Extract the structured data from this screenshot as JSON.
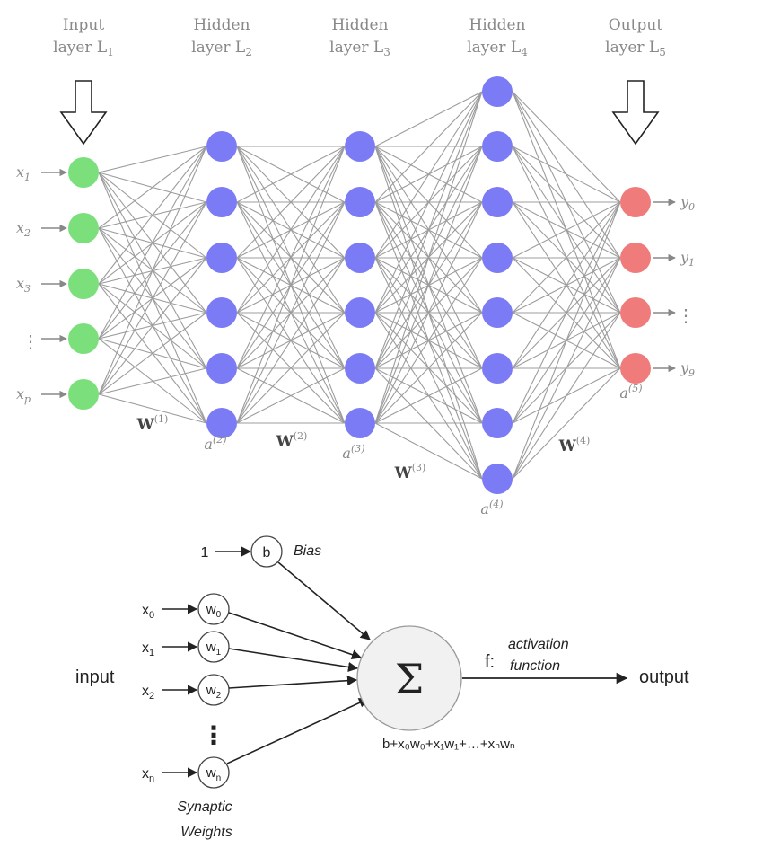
{
  "network": {
    "layers": [
      {
        "title_line1": "Input",
        "title_line2": "layer L",
        "subscript": "1",
        "node_count": 5,
        "color": "#7be07b",
        "inputs": [
          "x1",
          "x2",
          "x3",
          "⋮",
          "xp"
        ]
      },
      {
        "title_line1": "Hidden",
        "title_line2": "layer L",
        "subscript": "2",
        "node_count": 6,
        "color": "#7b7bf5",
        "activation": "a",
        "activation_sup": "(2)"
      },
      {
        "title_line1": "Hidden",
        "title_line2": "layer L",
        "subscript": "3",
        "node_count": 6,
        "color": "#7b7bf5",
        "activation": "a",
        "activation_sup": "(3)"
      },
      {
        "title_line1": "Hidden",
        "title_line2": "layer L",
        "subscript": "4",
        "node_count": 8,
        "color": "#7b7bf5",
        "activation": "a",
        "activation_sup": "(4)"
      },
      {
        "title_line1": "Output",
        "title_line2": "layer L",
        "subscript": "5",
        "node_count": 4,
        "color": "#f07b7b",
        "activation": "a",
        "activation_sup": "(5)",
        "outputs": [
          "y0",
          "y1",
          "⋮",
          "y9"
        ]
      }
    ],
    "weights": [
      {
        "label": "W",
        "sup": "(1)"
      },
      {
        "label": "W",
        "sup": "(2)"
      },
      {
        "label": "W",
        "sup": "(3)"
      },
      {
        "label": "W",
        "sup": "(4)"
      }
    ],
    "colors": {
      "input": "#7be07b",
      "hidden": "#7b7bf5",
      "output": "#f07b7b",
      "edge": "#9c9c9c"
    }
  },
  "perceptron": {
    "bias_input": "1",
    "bias_node": "b",
    "bias_label": "Bias",
    "inputs": [
      {
        "x": "x",
        "x_sub": "0",
        "w": "w",
        "w_sub": "0"
      },
      {
        "x": "x",
        "x_sub": "1",
        "w": "w",
        "w_sub": "1"
      },
      {
        "x": "x",
        "x_sub": "2",
        "w": "w",
        "w_sub": "2"
      },
      {
        "x": "x",
        "x_sub": "n",
        "w": "w",
        "w_sub": "n"
      }
    ],
    "ellipsis": "⋮",
    "input_label": "input",
    "sum_symbol": "Σ",
    "f_label": "f:",
    "activation_line1": "activation",
    "activation_line2": "function",
    "output_label": "output",
    "formula": "b+x₀w₀+x₁w₁+…+xₙwₙ",
    "weights_line1": "Synaptic",
    "weights_line2": "Weights"
  }
}
